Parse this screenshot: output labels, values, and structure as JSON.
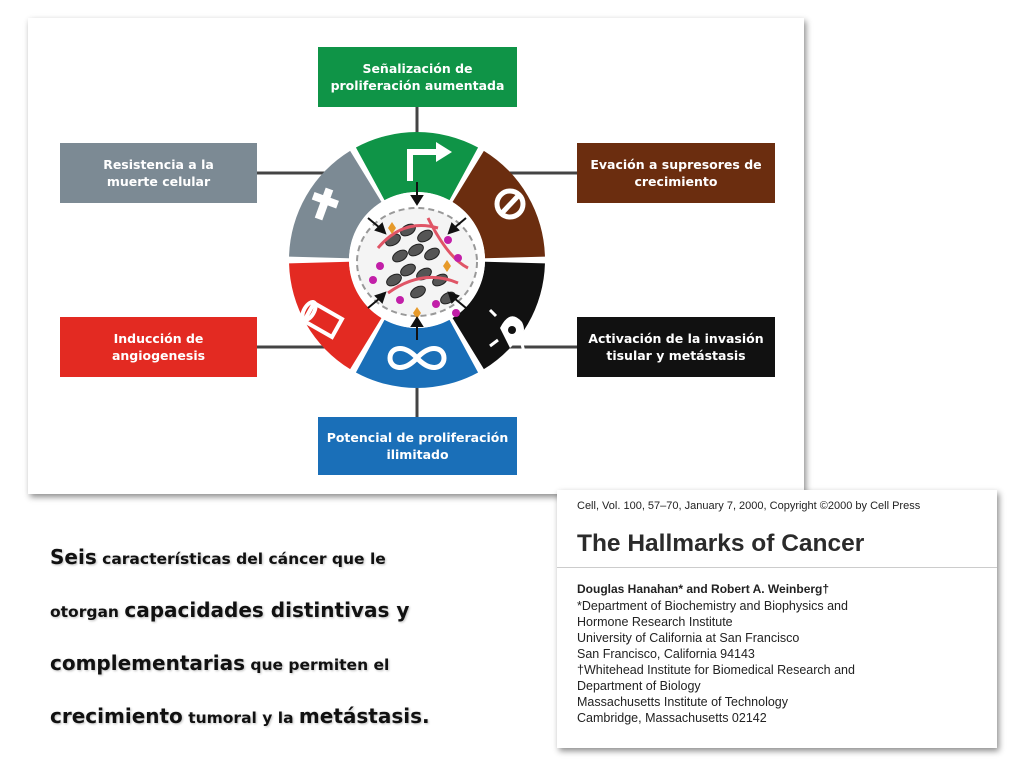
{
  "diagram": {
    "boxes": {
      "top": "Señalización de\nproliferación aumentada",
      "top_right": "Evación a supresores de\ncrecimiento",
      "bottom_right": "Activación de la invasión\ntisular y metástasis",
      "bottom": "Potencial de proliferación\nilimitado",
      "bottom_left": "Inducción de\nangiogenesis",
      "top_left": "Resistencia a la\nmuerte celular"
    },
    "colors": {
      "green": "#0f9447",
      "brown": "#6b2d0f",
      "black": "#111111",
      "blue": "#1a6fb8",
      "red": "#e32a22",
      "gray": "#7c8a94"
    },
    "icons": [
      "arrow-icon",
      "no-entry-icon",
      "crab-icon",
      "infinity-icon",
      "vessel-icon",
      "cross-icon"
    ]
  },
  "body_text": {
    "p1": "Seis",
    "p2": " características del cáncer que le",
    "p3": "otorgan ",
    "p4": "capacidades distintivas y",
    "p5": "complementarias",
    "p6": " que permiten el",
    "p7": "crecimiento",
    "p8": " tumoral y la ",
    "p9": "metástasis."
  },
  "paper": {
    "citation": "Cell, Vol. 100, 57–70, January 7, 2000, Copyright ©2000 by Cell Press",
    "title": "The Hallmarks of Cancer",
    "authors": "Douglas Hanahan* and Robert A. Weinberg†",
    "affiliations": [
      "*Department of Biochemistry and Biophysics and",
      "Hormone Research Institute",
      "University of California at San Francisco",
      "San Francisco, California 94143",
      "†Whitehead Institute for Biomedical Research and",
      "Department of Biology",
      "Massachusetts Institute of Technology",
      "Cambridge, Massachusetts 02142"
    ]
  }
}
